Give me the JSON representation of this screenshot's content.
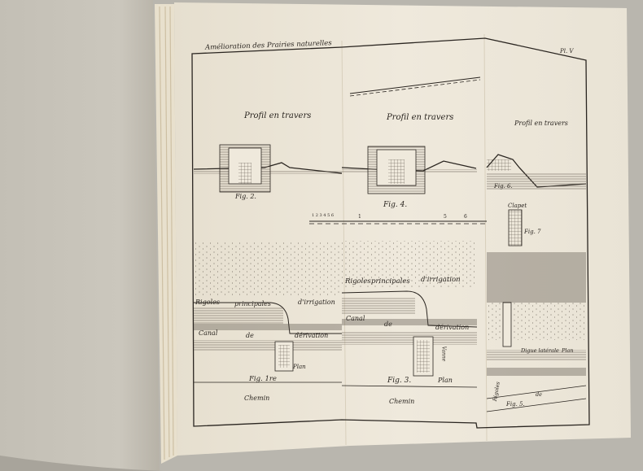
{
  "plate": {
    "header": "Amélioration des Prairies naturelles",
    "plate_number": "Pl. V",
    "profiles": [
      "Profil en travers",
      "Profil en travers",
      "Profil en travers"
    ],
    "figures": [
      "Fig. 2.",
      "Fig. 4.",
      "Fig. 6.",
      "Fig. 7",
      "Fig. 1re",
      "Fig. 3.",
      "Fig. 5."
    ],
    "clapet": "Clapet",
    "left_plan": {
      "rigoles": "Rigoles",
      "principales": "principales",
      "irrigation": "d'irrigation",
      "canal": "Canal",
      "de": "de",
      "derivation": "dérivation",
      "plan": "Plan",
      "chemin": "Chemin"
    },
    "mid_plan": {
      "rigoles": "Rigoles",
      "principales": "principales",
      "irrigation": "d'irrigation",
      "canal": "Canal",
      "de": "de",
      "derivation": "dérivation",
      "plan": "Plan",
      "chemin": "Chemin",
      "vanne": "Vanne"
    },
    "right_plan": {
      "digue": "Digue latérale",
      "plan": "Plan",
      "rigoles": "Rigoles",
      "de": "de"
    },
    "scale_digits": "1 2 3 4 5 6",
    "scale_marks": [
      "1",
      "5",
      "6"
    ]
  },
  "colors": {
    "background": "#b9b6ae",
    "left_page": "#c9c5bb",
    "paper": "#ece5d5",
    "ink": "#2a2520"
  }
}
